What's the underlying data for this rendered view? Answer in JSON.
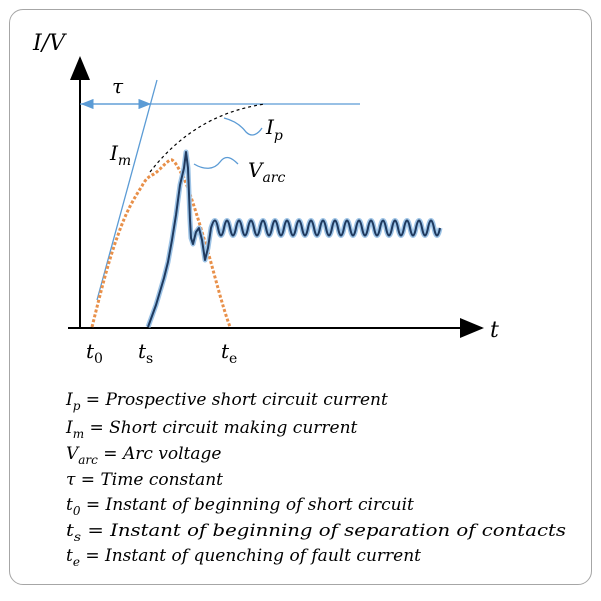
{
  "labels": {
    "y_axis": "I/V",
    "x_axis": "t",
    "tau": "τ",
    "Im_main": "I",
    "Im_sub": "m",
    "Ip_main": "I",
    "Ip_sub": "p",
    "Varc_main": "V",
    "Varc_sub": "arc",
    "t0_main": "t",
    "t0_sub": "0",
    "ts_main": "t",
    "ts_sub": "s",
    "te_main": "t",
    "te_sub": "e"
  },
  "legend": [
    {
      "sym": "I",
      "sub": "p",
      "text": " = Prospective short circuit current"
    },
    {
      "sym": "I",
      "sub": "m",
      "text": " = Short circuit making current"
    },
    {
      "sym": "V",
      "sub": "arc",
      "text": " = Arc voltage"
    },
    {
      "sym": "τ",
      "sub": "",
      "text": " = Time constant"
    },
    {
      "sym": "t",
      "sub": "0",
      "text": " = Instant of beginning of short circuit"
    },
    {
      "sym": "t",
      "sub": "s",
      "text": " = Instant of beginning of separation of contacts"
    },
    {
      "sym": "t",
      "sub": "e",
      "text": " = Instant of quenching of fault current"
    }
  ],
  "colors": {
    "current_curve": "#e8904a",
    "arc_voltage": "#1f4e79",
    "arc_voltage_glow": "#9dc3e6",
    "callout_lines": "#5b9bd5",
    "axes": "#000000"
  }
}
